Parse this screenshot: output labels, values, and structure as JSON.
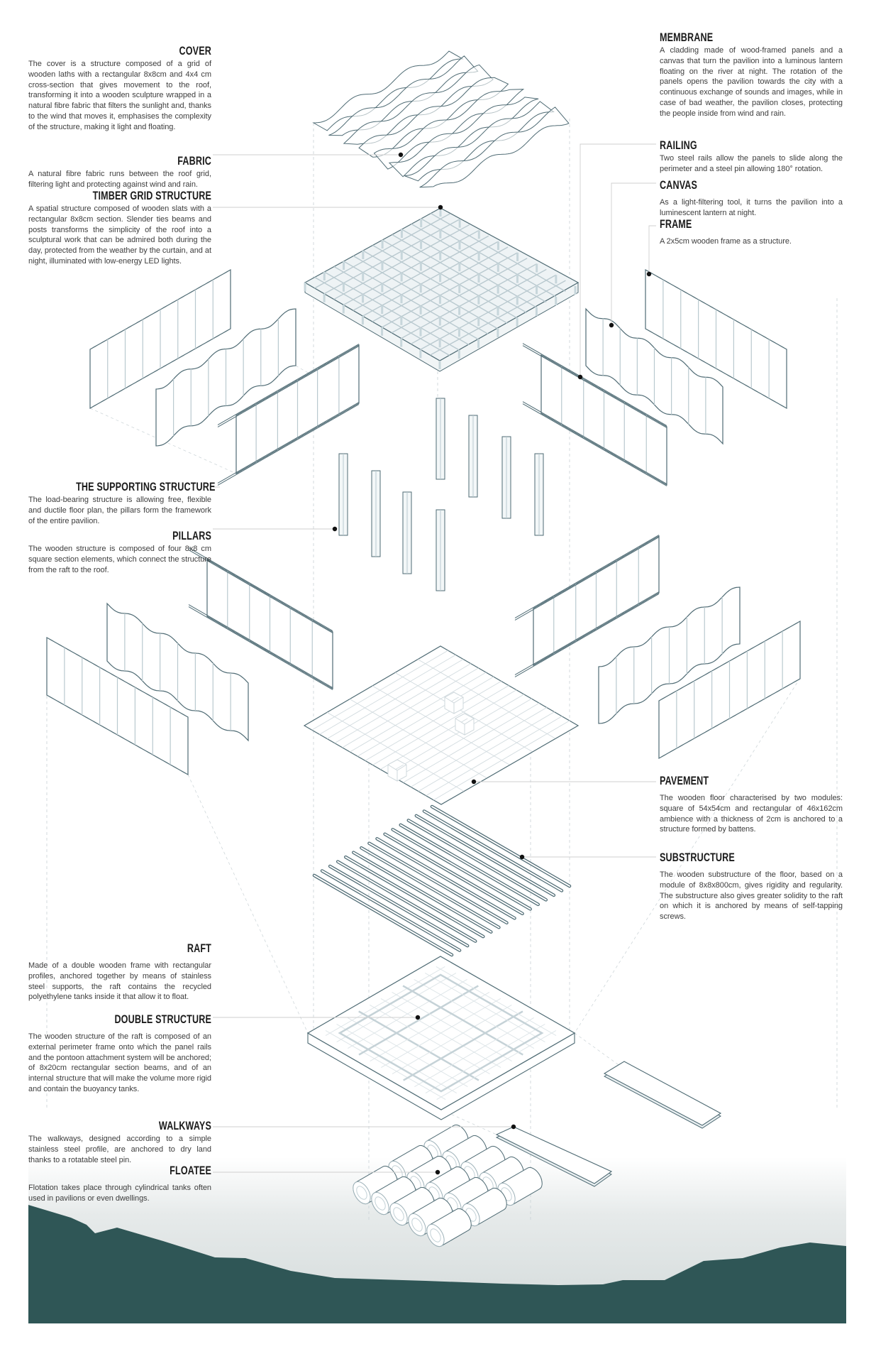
{
  "colors": {
    "line": "#4f6b74",
    "light": "#b9c9cf",
    "mountain": "#2f5656",
    "fog": "#d3dada"
  },
  "left": [
    {
      "title": "COVER",
      "body": "The cover is a structure composed of a grid of wooden laths with a rectangular 8x8cm  and 4x4 cm cross-section that gives movement to the roof, transforming it into a wooden sculpture wrapped in a natural fibre fabric that filters the sunlight and, thanks to the wind that moves it, emphasises the complexity of the structure, making it light and floating."
    },
    {
      "title": "FABRIC",
      "body": "A natural fibre fabric runs between the roof grid, filtering light and protecting against wind and rain."
    },
    {
      "title": "TIMBER GRID  STRUCTURE",
      "body": "A spatial structure composed of wooden slats with a rectangular 8x8cm section. Slender ties beams and posts transforms the simplicity of the roof into a sculptural work that can be admired both during the day, protected from the weather by the curtain, and at night, illuminated with low-energy LED lights."
    },
    {
      "title": "THE SUPPORTING STRUCTURE",
      "body": "The load-bearing structure is allowing free, flexible and ductile floor plan, the pillars form the framework of the entire pavilion."
    },
    {
      "title": "PILLARS",
      "body": "The wooden structure is composed of four 8x8 cm square section elements, which connect the structure from the raft to the roof."
    },
    {
      "title": "RAFT",
      "body": "Made of a double wooden frame with rectangular profiles, anchored together by means of stainless steel supports, the raft contains the recycled polyethylene tanks inside it that allow it to float."
    },
    {
      "title": "DOUBLE STRUCTURE",
      "body": "The wooden structure of the raft is composed of an external perimeter frame onto which the panel rails and the pontoon attachment system will be anchored; of 8x20cm rectangular section beams, and of an internal structure that will make the volume more rigid and contain the buoyancy tanks."
    },
    {
      "title": "WALKWAYS",
      "body": "The walkways, designed according to a simple stainless steel profile, are anchored to dry land thanks to a rotatable steel pin."
    },
    {
      "title": "FLOATEE",
      "body": "Flotation takes place through cylindrical tanks often used in pavilions or even dwellings."
    }
  ],
  "right": [
    {
      "title": "MEMBRANE",
      "body": "A cladding made of wood-framed panels and a canvas that turn the pavilion into a luminous lantern floating on the river at night. The rotation of the panels opens the pavilion towards the city with a continuous exchange of sounds and images, while in case of bad weather, the pavilion closes, protecting the people inside from wind and rain."
    },
    {
      "title": "RAILING",
      "body": "Two steel rails allow the panels to slide along the perimeter and a steel pin allowing 180° rotation."
    },
    {
      "title": "CANVAS",
      "body": "As a light-filtering tool, it turns the pavilion into a luminescent lantern at night."
    },
    {
      "title": "FRAME",
      "body": "A 2x5cm wooden frame as a structure."
    },
    {
      "title": "PAVEMENT",
      "body": "The wooden floor characterised by two modules: square of 54x54cm and rectangular of 46x162cm ambience with a thickness of 2cm is anchored to a structure formed by battens."
    },
    {
      "title": "SUBSTRUCTURE",
      "body": "The wooden substructure of the floor, based on a module of 8x8x800cm, gives rigidity and regularity. The substructure also gives greater solidity to the raft on which it is anchored by means of self-tapping screws."
    }
  ]
}
